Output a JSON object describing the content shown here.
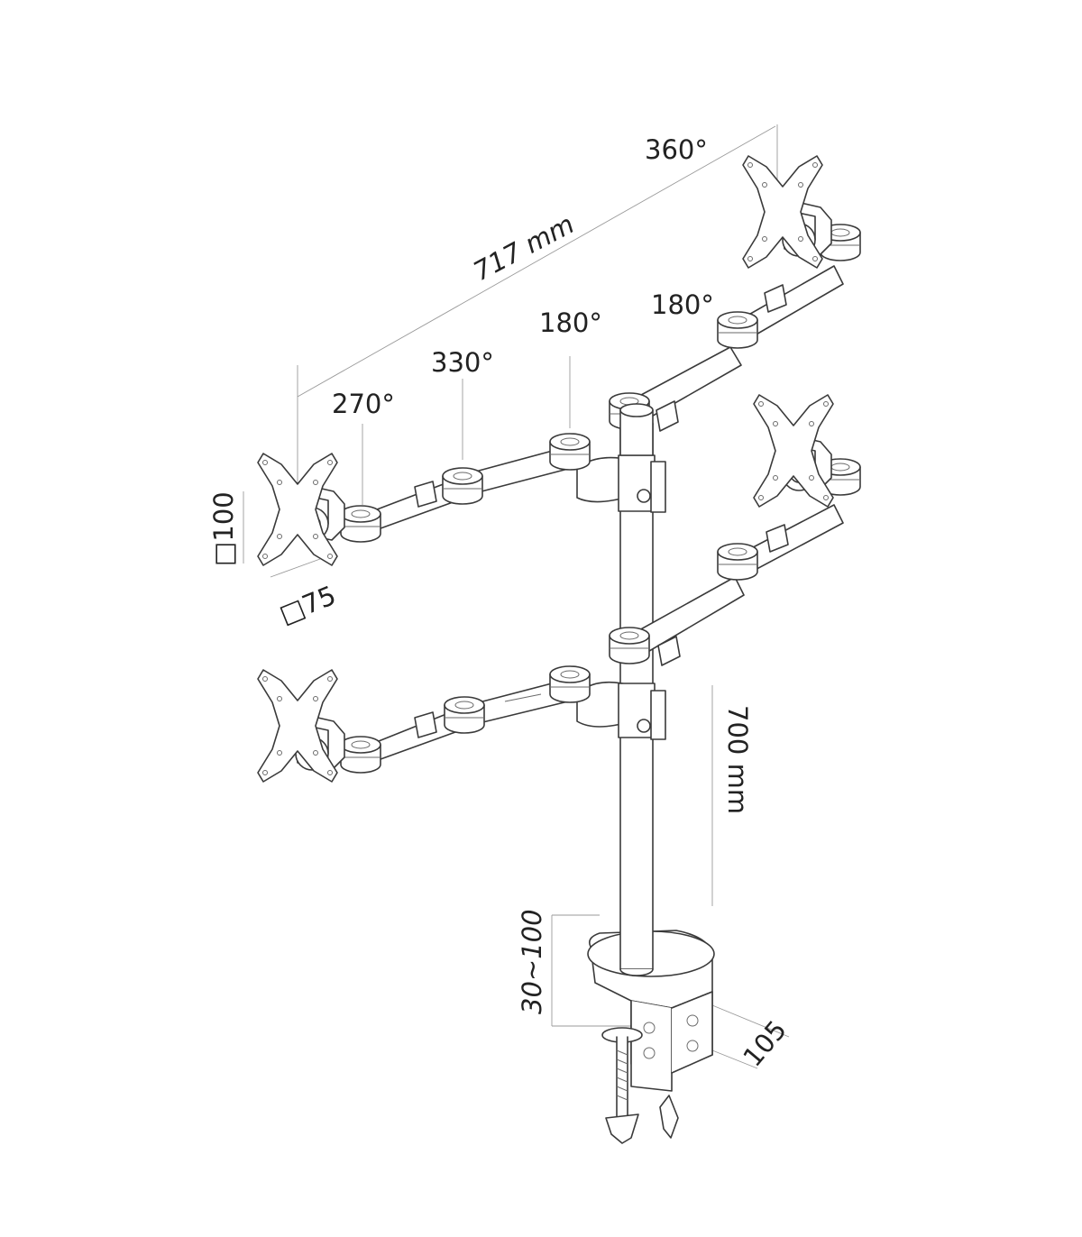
{
  "labels": {
    "rotation_360": "360°",
    "width_717": "717 mm",
    "rotation_180_upper": "180°",
    "rotation_180_mid": "180°",
    "rotation_330": "330°",
    "rotation_270": "270°",
    "vesa_100": "□100",
    "vesa_75": "□75",
    "height_700": "700 mm",
    "clamp_thickness": "30~100",
    "base_depth": "105"
  },
  "colors": {
    "line": "#3a3a3a",
    "text": "#222222",
    "background": "#ffffff"
  }
}
